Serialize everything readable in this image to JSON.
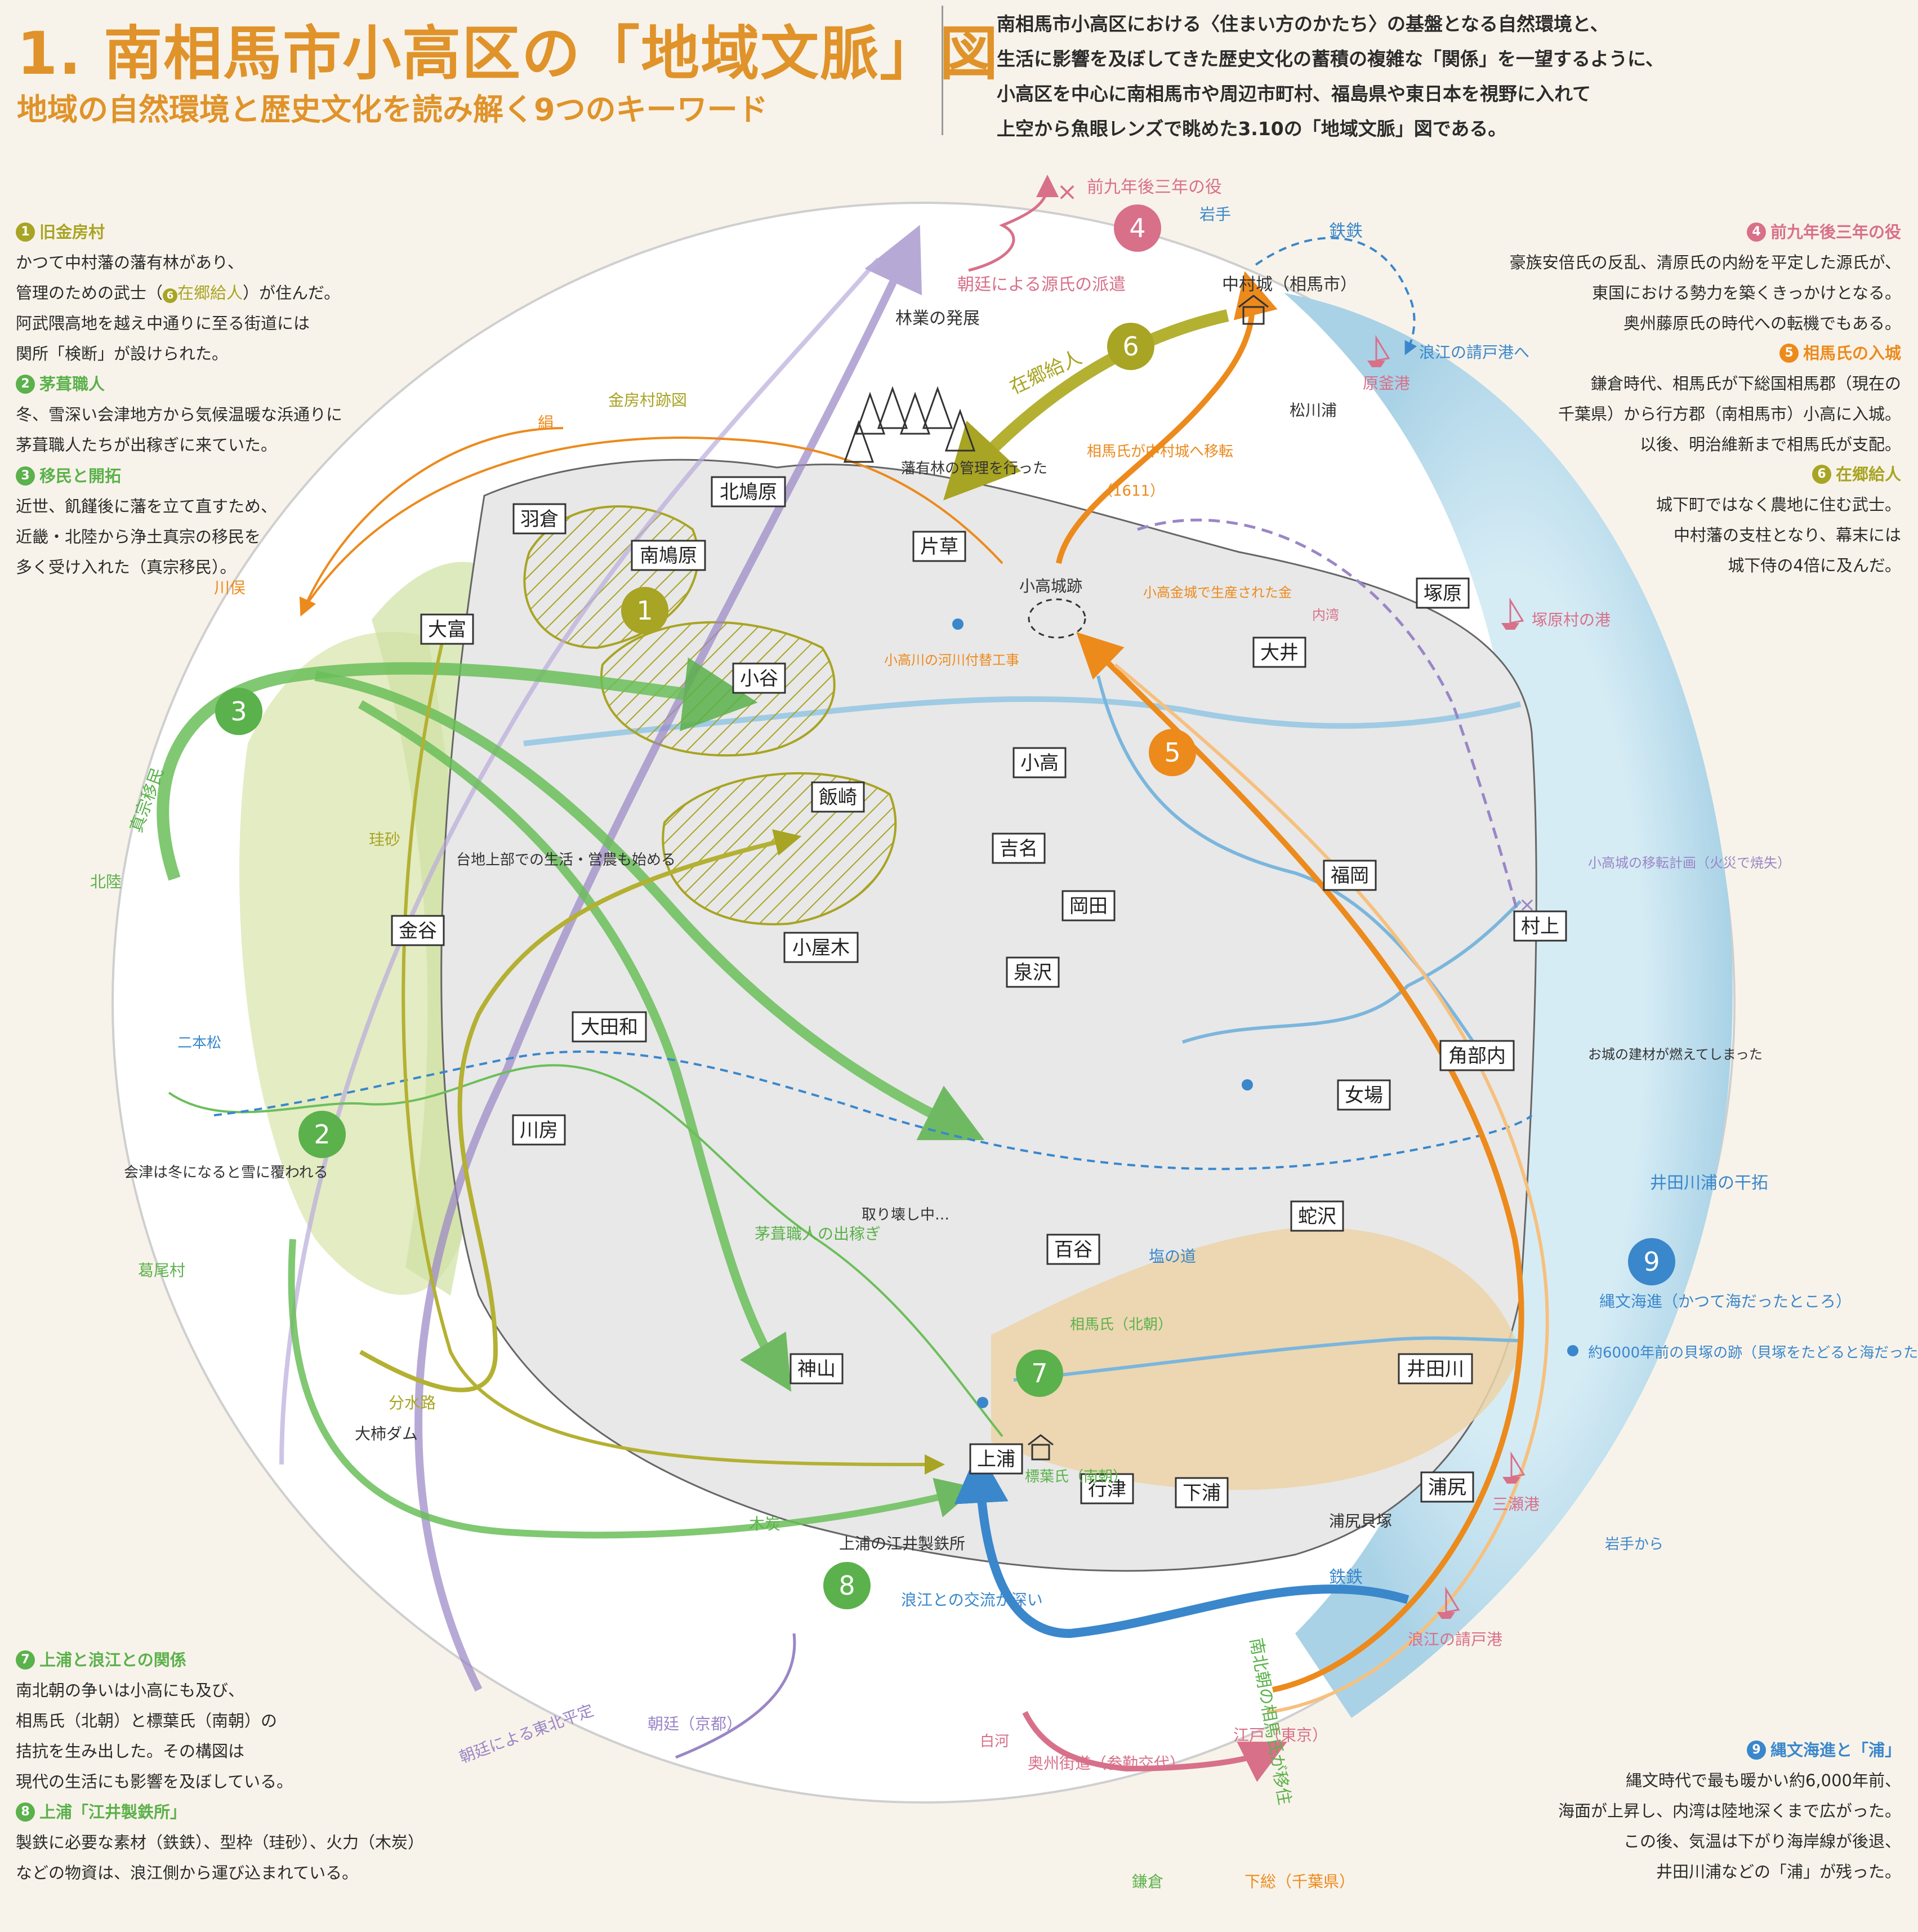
{
  "header": {
    "title": "1. 南相馬市小高区の「地域文脈」図",
    "subtitle": "地域の自然環境と歴史文化を読み解く9つのキーワード",
    "intro": [
      "南相馬市小高区における〈住まい方のかたち〉の基盤となる自然環境と、",
      "生活に影響を及ぼしてきた歴史文化の蓄積の複雑な「関係」を一望するように、",
      "小高区を中心に南相馬市や周辺市町村、福島県や東日本を視野に入れて",
      "上空から魚眼レンズで眺めた3.10の「地域文脈」図である。"
    ]
  },
  "colors": {
    "olive": "#a8a424",
    "green": "#5bb14b",
    "pink": "#d8708a",
    "orange": "#ec8a1c",
    "blue": "#3a87cc",
    "purple": "#9a86c6",
    "sea": "#bcdcec",
    "title": "#e0932a"
  },
  "keywords": {
    "k1": {
      "num": "1",
      "title": "旧金房村",
      "lines": [
        "かつて中村藩の藩有林があり、",
        "管理のための武士（",
        "阿武隈高地を越え中通りに至る街道には",
        "関所「検断」が設けられた。"
      ],
      "inline_num": "6",
      "inline_ref": "在郷給人",
      "inline_tail": "）が住んだ。"
    },
    "k2": {
      "num": "2",
      "title": "茅葺職人",
      "lines": [
        "冬、雪深い会津地方から気候温暖な浜通りに",
        "茅葺職人たちが出稼ぎに来ていた。"
      ]
    },
    "k3": {
      "num": "3",
      "title": "移民と開拓",
      "lines": [
        "近世、飢饉後に藩を立て直すため、",
        "近畿・北陸から浄土真宗の移民を",
        "多く受け入れた（真宗移民）。"
      ]
    },
    "k4": {
      "num": "4",
      "title": "前九年後三年の役",
      "lines": [
        "豪族安倍氏の反乱、清原氏の内紛を平定した源氏が、",
        "東国における勢力を築くきっかけとなる。",
        "奥州藤原氏の時代への転機でもある。"
      ]
    },
    "k5": {
      "num": "5",
      "title": "相馬氏の入城",
      "lines": [
        "鎌倉時代、相馬氏が下総国相馬郡（現在の",
        "千葉県）から行方郡（南相馬市）小高に入城。",
        "以後、明治維新まで相馬氏が支配。"
      ]
    },
    "k6": {
      "num": "6",
      "title": "在郷給人",
      "lines": [
        "城下町ではなく農地に住む武士。",
        "中村藩の支柱となり、幕末には",
        "城下侍の4倍に及んだ。"
      ]
    },
    "k7": {
      "num": "7",
      "title": "上浦と浪江との関係",
      "lines": [
        "南北朝の争いは小高にも及び、",
        "相馬氏（北朝）と標葉氏（南朝）の",
        "拮抗を生み出した。その構図は",
        "現代の生活にも影響を及ぼしている。"
      ]
    },
    "k8": {
      "num": "8",
      "title": "上浦「江井製鉄所」",
      "lines": [
        "製鉄に必要な素材（鉄鉄）、型枠（珪砂）、火力（木炭）",
        "などの物資は、浪江側から運び込まれている。"
      ]
    },
    "k9": {
      "num": "9",
      "title": "縄文海進と「浦」",
      "lines": [
        "縄文時代で最も暖かい約6,000年前、",
        "海面が上昇し、内湾は陸地深くまで広がった。",
        "この後、気温は下がり海岸線が後退、",
        "井田川浦などの「浦」が残った。"
      ]
    }
  },
  "places": {
    "haneku": "羽倉",
    "minami_shibahara": "南鳩原",
    "kita_shibahara": "北鳩原",
    "katakusa": "片草",
    "otomi": "大富",
    "oya": "小谷",
    "iizaki": "飯崎",
    "kanaya": "金谷",
    "koyagi": "小屋木",
    "odawara": "大田和",
    "kawabusa": "川房",
    "kodaka": "小高",
    "yoshina": "吉名",
    "toyoda": "岡田",
    "miyata": "泉沢",
    "fukuoka": "福岡",
    "murakami": "村上",
    "tsukahara": "塚原",
    "oi": "大井",
    "tsunobeuchi": "角部内",
    "mekake": "女場",
    "hebisawa": "蛇沢",
    "momoya": "百谷",
    "kamiyama": "神山",
    "idagawa": "井田川",
    "kamiura": "上浦",
    "gyoutsu": "行津",
    "shimoura": "下浦",
    "urajiri": "浦尻"
  },
  "annotations": {
    "zenkunen": "前九年後三年の役",
    "minamoto": "朝廷による源氏の派遣",
    "iwate": "岩手",
    "tetsudo_n": "鉄鉄",
    "nakamura": "中村城（相馬市）",
    "namie_port_n": "浪江の請戸港へ",
    "haragama": "原釜港",
    "matsukawa": "松川浦",
    "hanyu": "藩有林の管理を行った",
    "ringyo": "林業の発展",
    "zaigo": "在郷給人",
    "soma_move": "相馬氏が中村城へ移転",
    "soma_year": "（1611）",
    "kanabusa": "金房村跡図",
    "kinu": "絹",
    "kawamata": "川俣",
    "odaka_castle": "小高城跡",
    "odaka_river": "小高川の河川付替工事",
    "odaka_kin": "小高金城で生産された金",
    "naiko": "内湾",
    "tsukahara_port": "塚原村の港",
    "shinshu": "真宗移民",
    "hokuriku": "北陸",
    "keisha": "珪砂",
    "daichi": "台地上部での生活・営農も始める",
    "nihonmatsu": "二本松",
    "aizu_snow": "会津は冬になると雪に覆われる",
    "katsurao": "葛尾村",
    "bunsuiro": "分水路",
    "ookaki_dam": "大柿ダム",
    "kayabuki": "茅葺職人の出稼ぎ",
    "torikowashi": "取り壊し中…",
    "odaka_castle_fire": "小高城の移転計画（火災で焼失）",
    "odaka_lumber": "お城の建材が燃えてしまった",
    "idagawa_kantaku": "井田川浦の干拓",
    "jomon_sea": "縄文海進（かつて海だったところ）",
    "shellmound": "約6000年前の貝塚の跡（貝塚をたどると海だった範囲がわかる）",
    "shio_michi": "塩の道",
    "soma_north": "相馬氏（北朝）",
    "shineha": "標葉氏（南朝）",
    "mokutan": "木炭",
    "kamiura_iron": "上浦の江井製鉄所",
    "namie_exchange": "浪江との交流が深い",
    "tetsudo_s": "鉄鉄",
    "iwate_from": "岩手から",
    "namie_port": "浪江の請戸港",
    "morodoko": "三瀬港",
    "urajiri_shell": "浦尻貝塚",
    "nanbokucho": "南北朝の相馬氏が移住",
    "shirakawa": "白河",
    "oshu_kaido": "奥州街道（参勤交代）",
    "edo": "江戸（東京）",
    "kamakura": "鎌倉",
    "shimousa": "下総（千葉県）",
    "chotei": "朝廷（京都）",
    "tohoku_heitei": "朝廷による東北平定"
  }
}
